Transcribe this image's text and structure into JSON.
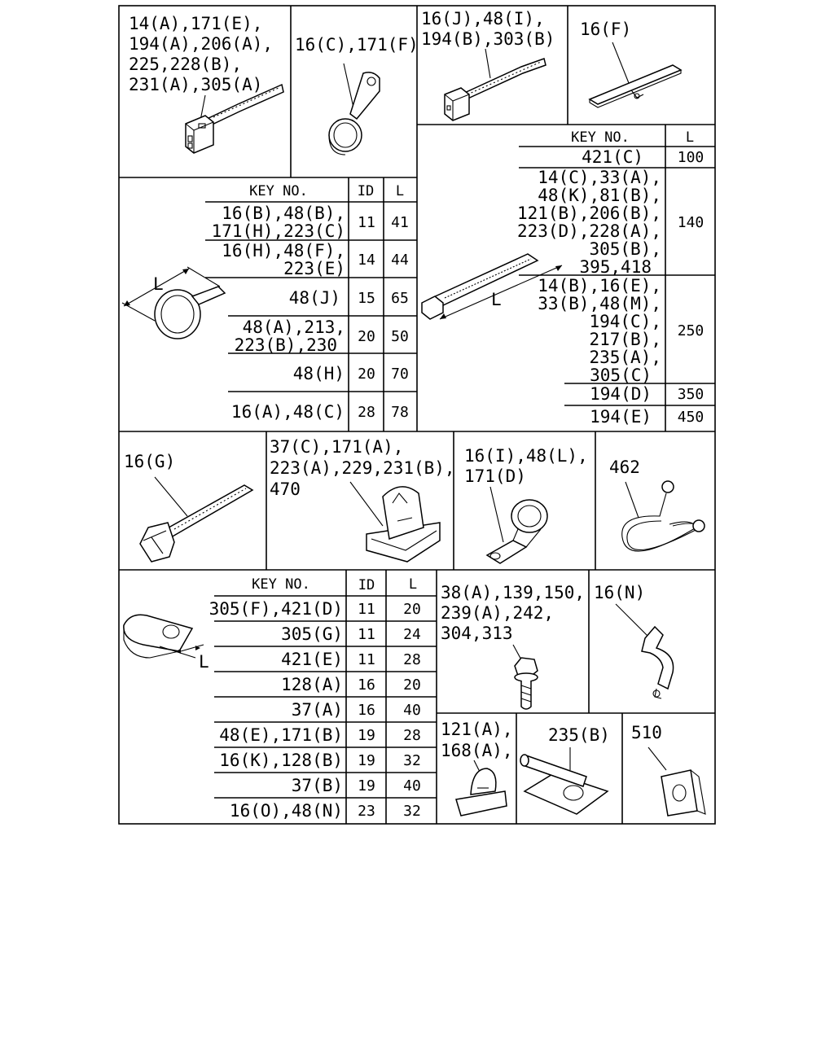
{
  "cells": {
    "tie_a": [
      "14(A),171(E),",
      "194(A),206(A),",
      "225,228(B),",
      "231(A),305(A)"
    ],
    "clamp_c": [
      "16(C),171(F)"
    ],
    "tie_j": [
      "16(J),48(I),",
      "194(B),303(B)"
    ],
    "clip_f": [
      "16(F)"
    ],
    "tie_g": [
      "16(G)"
    ],
    "clip_37c": [
      "37(C),171(A),",
      "223(A),229,231(B),",
      "470"
    ],
    "clamp_i": [
      "16(I),48(L),",
      "171(D)"
    ],
    "hook_462": [
      "462"
    ],
    "bolts": [
      "38(A),139,150,",
      "239(A),242,",
      "304,313"
    ],
    "clip_n": [
      "16(N)"
    ],
    "pin_121": [
      "121(A),",
      "168(A),"
    ],
    "bracket_235": [
      "235(B)"
    ],
    "nut_510": [
      "510"
    ]
  },
  "band_table": {
    "headers": [
      "KEY NO.",
      "ID",
      "L"
    ],
    "rows": [
      {
        "key": [
          "16(B),48(B),",
          "171(H),223(C)"
        ],
        "id": "11",
        "l": "41"
      },
      {
        "key": [
          "16(H),48(F),",
          "223(E)"
        ],
        "id": "14",
        "l": "44"
      },
      {
        "key": [
          "48(J)"
        ],
        "id": "15",
        "l": "65"
      },
      {
        "key": [
          "48(A),213,",
          "223(B),230"
        ],
        "id": "20",
        "l": "50"
      },
      {
        "key": [
          "48(H)"
        ],
        "id": "20",
        "l": "70"
      },
      {
        "key": [
          "16(A),48(C)"
        ],
        "id": "28",
        "l": "78"
      }
    ],
    "dim_label": "L"
  },
  "strap_table": {
    "headers": [
      "KEY NO.",
      "L"
    ],
    "rows": [
      {
        "key": [
          "421(C)"
        ],
        "l": "100"
      },
      {
        "key": [
          "14(C),33(A),",
          "48(K),81(B),",
          "121(B),206(B),",
          "223(D),228(A),",
          "305(B),",
          "395,418"
        ],
        "l": "140"
      },
      {
        "key": [
          "14(B),16(E),",
          "33(B),48(M),",
          "194(C),",
          "217(B),",
          "235(A),",
          "305(C)"
        ],
        "l": "250"
      },
      {
        "key": [
          "194(D)"
        ],
        "l": "350"
      },
      {
        "key": [
          "194(E)"
        ],
        "l": "450"
      }
    ],
    "dim_label": "L"
  },
  "pclip_table": {
    "headers": [
      "KEY NO.",
      "ID",
      "L"
    ],
    "rows": [
      {
        "key": "305(F),421(D)",
        "id": "11",
        "l": "20"
      },
      {
        "key": "305(G)",
        "id": "11",
        "l": "24"
      },
      {
        "key": "421(E)",
        "id": "11",
        "l": "28"
      },
      {
        "key": "128(A)",
        "id": "16",
        "l": "20"
      },
      {
        "key": "37(A)",
        "id": "16",
        "l": "40"
      },
      {
        "key": "48(E),171(B)",
        "id": "19",
        "l": "28"
      },
      {
        "key": "16(K),128(B)",
        "id": "19",
        "l": "32"
      },
      {
        "key": "37(B)",
        "id": "19",
        "l": "40"
      },
      {
        "key": "16(O),48(N)",
        "id": "23",
        "l": "32"
      }
    ],
    "dim_label": "L"
  }
}
